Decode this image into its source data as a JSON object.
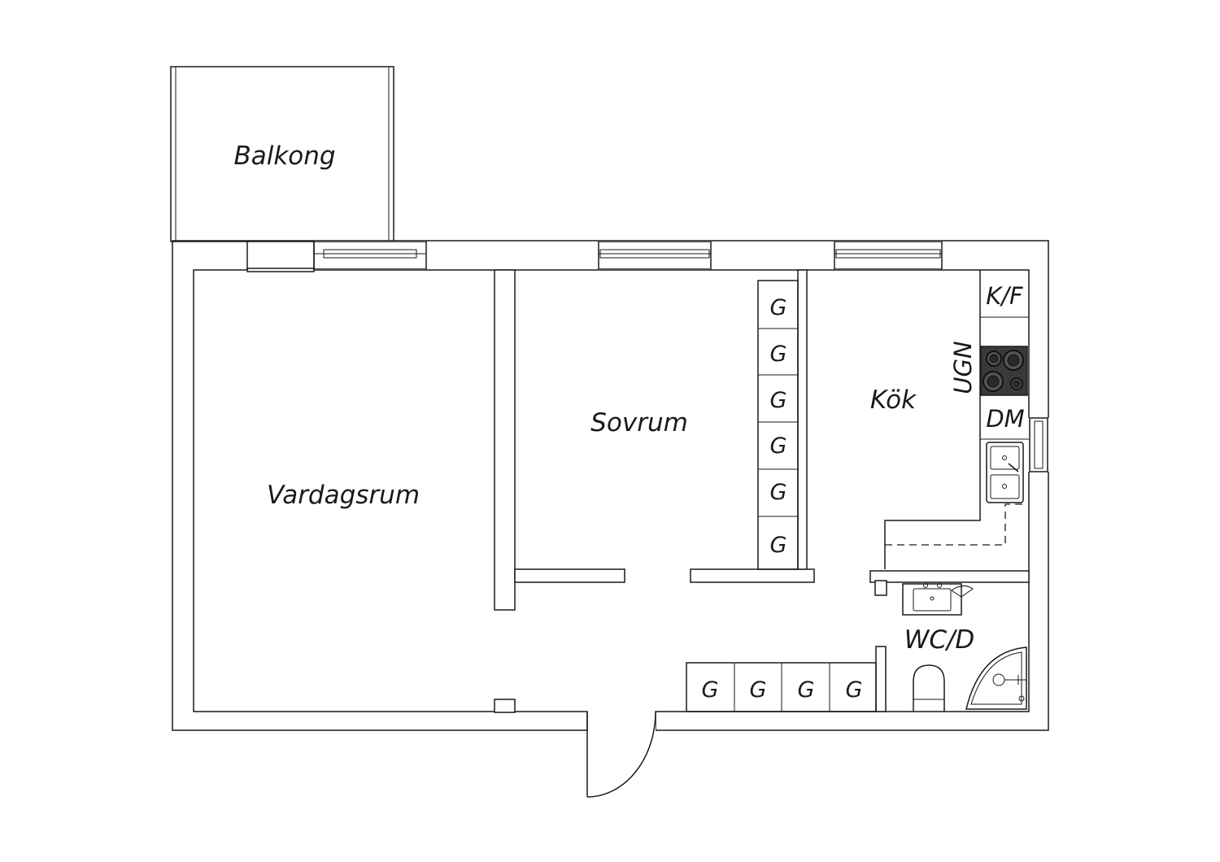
{
  "rooms": {
    "balcony": "Balkong",
    "living_room": "Vardagsrum",
    "bedroom": "Sovrum",
    "kitchen": "Kök",
    "bathroom": "WC/D"
  },
  "fixtures": {
    "fridge_freezer": "K/F",
    "oven": "UGN",
    "dishwasher": "DM",
    "wardrobe": "G"
  }
}
